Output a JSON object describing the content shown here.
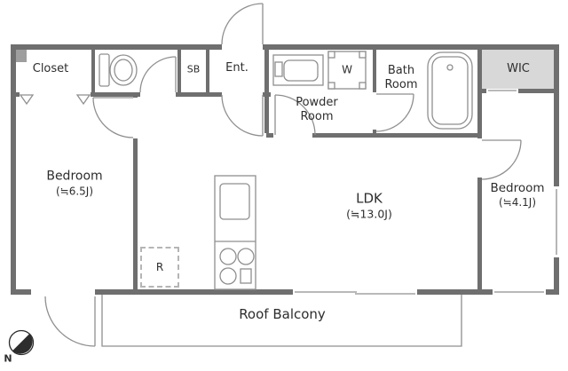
{
  "plan": {
    "rooms": {
      "closet": {
        "label": "Closet"
      },
      "shoe_box": {
        "label": "SB"
      },
      "entrance": {
        "label": "Ent."
      },
      "powder_room": {
        "label": "Powder Room"
      },
      "washer": {
        "label": "W"
      },
      "bath_room": {
        "label": "Bath Room"
      },
      "wic": {
        "label": "WIC"
      },
      "bedroom_left": {
        "label": "Bedroom",
        "area": "(≒6.5J)"
      },
      "ldk": {
        "label": "LDK",
        "area": "(≒13.0J)"
      },
      "bedroom_right": {
        "label": "Bedroom",
        "area": "(≒4.1J)"
      },
      "refrigerator": {
        "label": "R"
      },
      "roof_balcony": {
        "label": "Roof Balcony"
      }
    },
    "compass": {
      "north_label": "N"
    },
    "colors": {
      "wall": "#6f6f6f",
      "fixture_line": "#8f8f8f",
      "wic_fill": "#d8d8d8",
      "text": "#2d2d2d"
    }
  }
}
